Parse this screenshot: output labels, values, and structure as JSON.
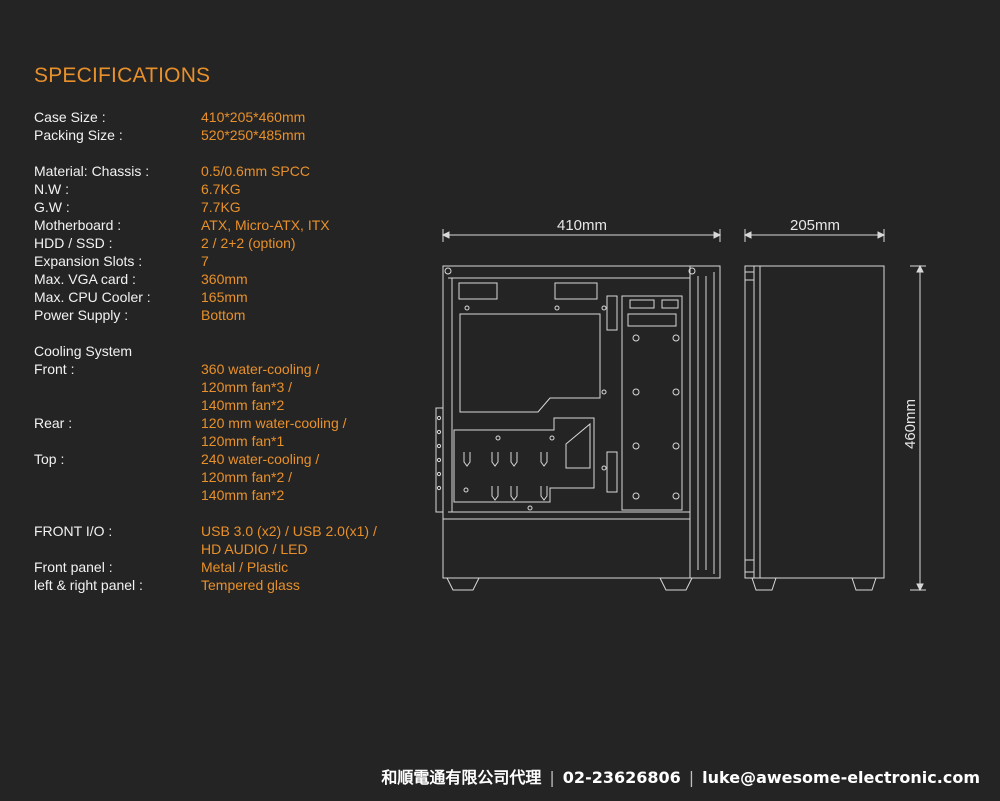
{
  "title": "SPECIFICATIONS",
  "specs": {
    "case_size": {
      "label": "Case Size :",
      "value": "410*205*460mm"
    },
    "packing_size": {
      "label": "Packing Size :",
      "value": "520*250*485mm"
    },
    "material": {
      "label": "Material: Chassis :",
      "value": "0.5/0.6mm SPCC"
    },
    "nw": {
      "label": "N.W :",
      "value": "6.7KG"
    },
    "gw": {
      "label": "G.W :",
      "value": "7.7KG"
    },
    "motherboard": {
      "label": "Motherboard :",
      "value": "ATX, Micro-ATX, ITX"
    },
    "hdd_ssd": {
      "label": "HDD / SSD :",
      "value": "2 / 2+2 (option)"
    },
    "expansion": {
      "label": "Expansion Slots :",
      "value": "7"
    },
    "vga": {
      "label": "Max. VGA card :",
      "value": "360mm"
    },
    "cpu_cooler": {
      "label": "Max. CPU Cooler :",
      "value": "165mm"
    },
    "psu": {
      "label": "Power Supply :",
      "value": "Bottom"
    },
    "cooling_heading": "Cooling System",
    "front": {
      "label": "Front :",
      "lines": [
        "360 water-cooling /",
        "120mm fan*3 /",
        "140mm fan*2"
      ]
    },
    "rear": {
      "label": "Rear :",
      "lines": [
        "120 mm water-cooling /",
        "120mm fan*1"
      ]
    },
    "top": {
      "label": "Top :",
      "lines": [
        "240 water-cooling /",
        "120mm fan*2 /",
        "140mm fan*2"
      ]
    },
    "front_io": {
      "label": "FRONT I/O :",
      "lines": [
        "USB 3.0 (x2) / USB 2.0(x1) /",
        "HD AUDIO / LED"
      ]
    },
    "front_panel": {
      "label": "Front panel :",
      "value": "Metal / Plastic"
    },
    "side_panel": {
      "label": "left & right panel :",
      "value": "Tempered glass"
    }
  },
  "dimensions": {
    "length": "410mm",
    "width": "205mm",
    "height": "460mm"
  },
  "footer": {
    "company": "和順電通有限公司代理",
    "phone": "02-23626806",
    "email": "luke@awesome-electronic.com",
    "separator": "|"
  }
}
